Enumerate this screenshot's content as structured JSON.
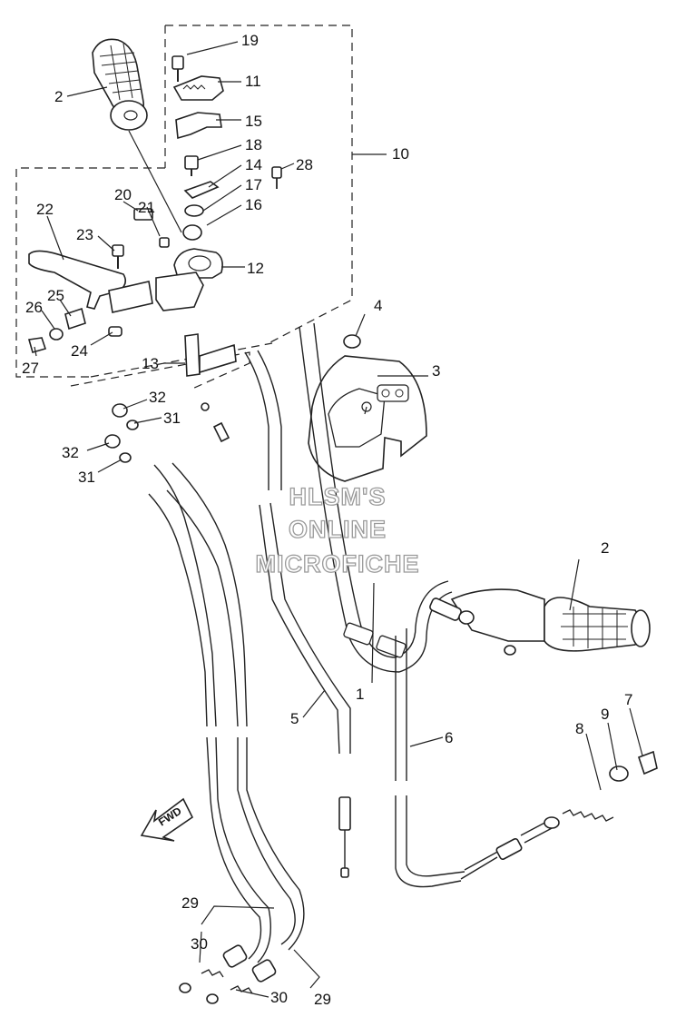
{
  "watermark": [
    "HLSM'S",
    "ONLINE",
    "MICROFICHE"
  ],
  "fwd_label": "FWD",
  "callouts": {
    "c1": "1",
    "c2a": "2",
    "c2b": "2",
    "c3": "3",
    "c4": "4",
    "c5": "5",
    "c6": "6",
    "c7": "7",
    "c8": "8",
    "c9": "9",
    "c10": "10",
    "c11": "11",
    "c12": "12",
    "c13": "13",
    "c14": "14",
    "c15": "15",
    "c16": "16",
    "c17": "17",
    "c18": "18",
    "c19": "19",
    "c20": "20",
    "c21": "21",
    "c22": "22",
    "c23": "23",
    "c24": "24",
    "c25": "25",
    "c26": "26",
    "c27": "27",
    "c28": "28",
    "c29a": "29",
    "c29b": "29",
    "c30a": "30",
    "c30b": "30",
    "c31a": "31",
    "c31b": "31",
    "c32a": "32",
    "c32b": "32"
  },
  "icons": {
    "direction_arrow": "fwd-arrow-icon"
  }
}
